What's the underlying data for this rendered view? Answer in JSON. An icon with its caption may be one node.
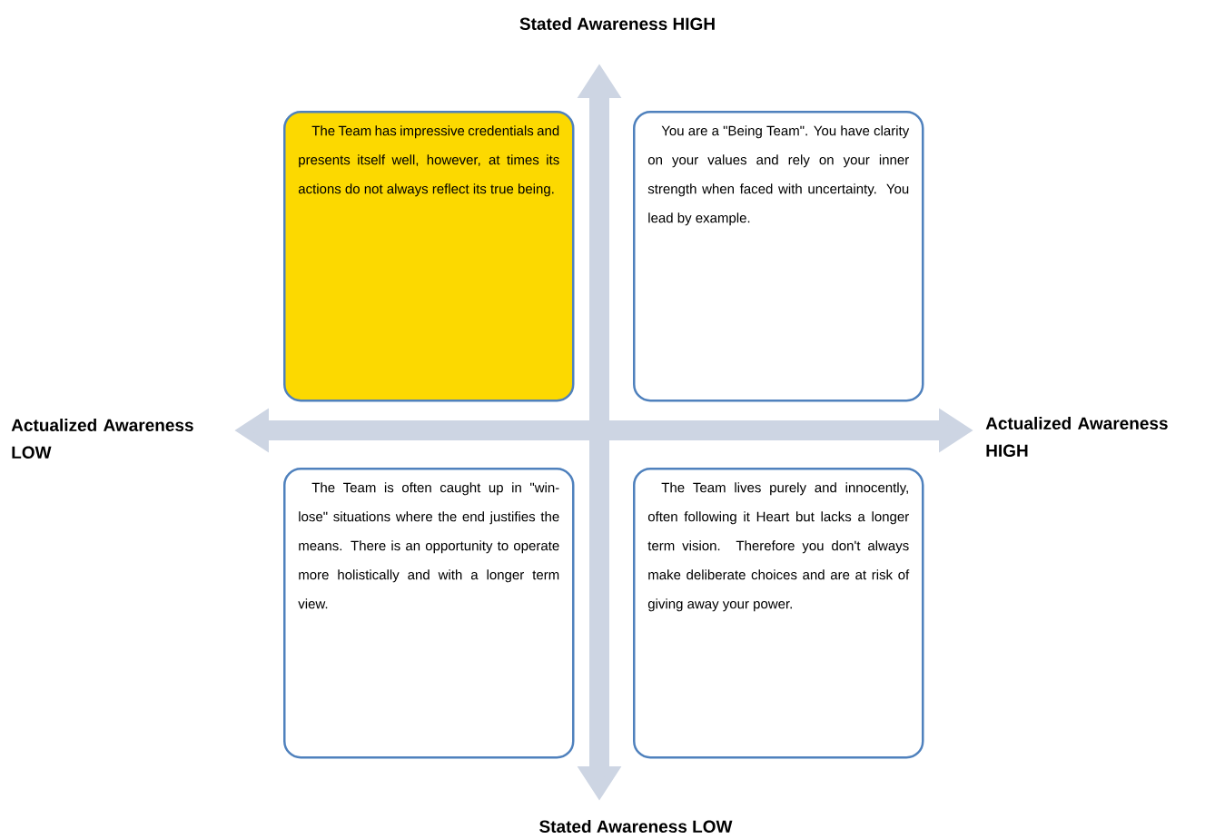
{
  "diagram": {
    "nodes": [
      {
        "text": [
          "The Team has  impressive credentials and presents itself well, however, at times its actions do not always reflect its true being."
        ]
      },
      {
        "text": [
          "You are a \"Being Team\". You have clarity on your values and rely on your inner strength when faced with uncertainty. You lead by example."
        ]
      },
      {
        "text": [
          "The Team is often caught up in \"win-lose\" situations where the end justifies the means. There is an opportunity to operate more holistically and with a longer term view."
        ]
      },
      {
        "text": [
          "The Team lives purely and innocently, often following it Heart but lacks a longer term vision. Therefore you don't always make deliberate choices and  are at risk of giving away your power."
        ]
      }
    ],
    "edges": [],
    "labels": [
      "Stated Awareness HIGH",
      "Actualized Awareness LOW",
      "Actualized Awareness HIGH",
      "Stated Awareness LOW"
    ]
  }
}
